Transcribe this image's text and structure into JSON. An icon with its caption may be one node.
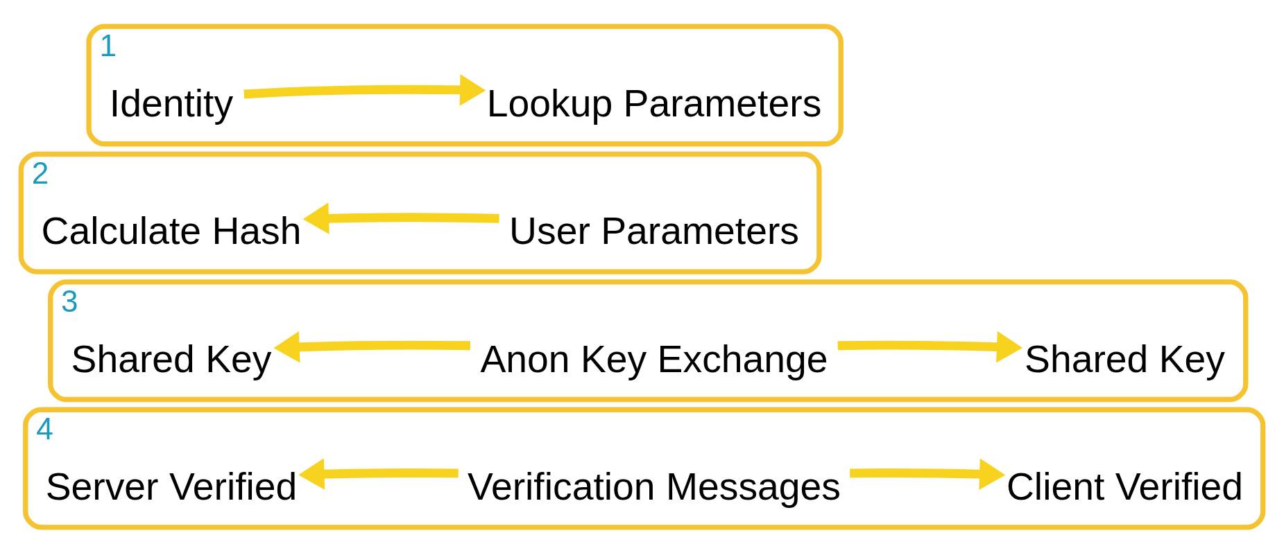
{
  "diagram": {
    "nodes": [
      {
        "text": [
          "1"
        ]
      },
      {
        "text": [
          "Identity"
        ],
        "in": 0
      },
      {
        "text": [
          "Lookup Parameters"
        ],
        "in": 0
      },
      {
        "text": [
          "2"
        ]
      },
      {
        "text": [
          "Calculate Hash"
        ],
        "in": 3
      },
      {
        "text": [
          "User Parameters"
        ],
        "in": 3
      },
      {
        "text": [
          "3"
        ]
      },
      {
        "text": [
          "Shared Key"
        ],
        "in": 6
      },
      {
        "text": [
          "Anon Key Exchange"
        ],
        "in": 6
      },
      {
        "text": [
          "Shared Key"
        ],
        "in": 6
      },
      {
        "text": [
          "4"
        ]
      },
      {
        "text": [
          "Server Verified"
        ],
        "in": 10
      },
      {
        "text": [
          "Verification Messages"
        ],
        "in": 10
      },
      {
        "text": [
          "Client Verified"
        ],
        "in": 10
      }
    ],
    "edges": [
      {
        "from": 1,
        "to": 2,
        "arrow": "to"
      },
      {
        "from": 5,
        "to": 4,
        "arrow": "to"
      },
      {
        "from": 8,
        "to": 7,
        "arrow": "to"
      },
      {
        "from": 8,
        "to": 9,
        "arrow": "to"
      },
      {
        "from": 12,
        "to": 11,
        "arrow": "to"
      },
      {
        "from": 12,
        "to": 13,
        "arrow": "to"
      }
    ]
  }
}
